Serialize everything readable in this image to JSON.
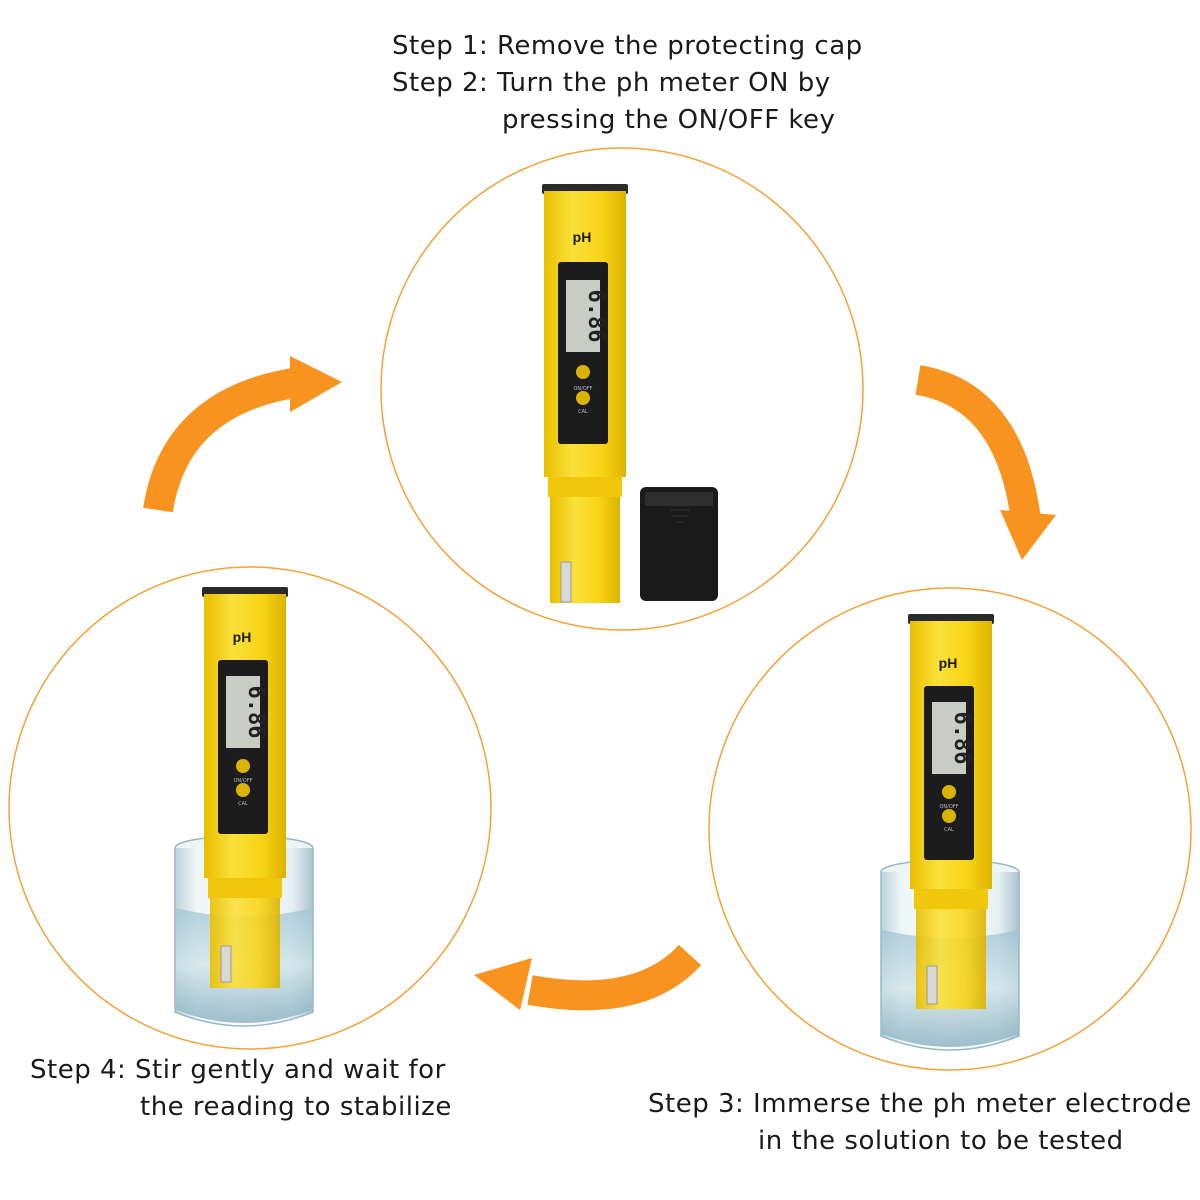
{
  "steps": {
    "step1": {
      "prefix": "Step 1:",
      "text": "Remove the protecting cap"
    },
    "step2": {
      "prefix": "Step 2:",
      "line1": "Turn the ph meter ON by",
      "line2": "pressing the ON/OFF key"
    },
    "step3": {
      "prefix": "Step 3:",
      "line1": "Immerse the ph meter electrode",
      "line2": "in the solution to be tested"
    },
    "step4": {
      "prefix": "Step 4:",
      "line1": "Stir gently and wait for",
      "line2": "the reading to stabilize"
    }
  },
  "meter": {
    "label": "pH",
    "display": "6.86",
    "onoff_label": "ON/OFF",
    "cal_label": "CAL"
  },
  "colors": {
    "accent_orange": "#f7931e",
    "circle_outline": "#f2a23a",
    "meter_yellow": "#f7d417",
    "meter_body_shadow": "#e0b800",
    "lcd": "#c9cbc5",
    "cap": "#1a1a1a"
  },
  "icons": {
    "cycle_arrow": "curved-arrow-icon",
    "device": "ph-meter-icon",
    "cap": "protective-cap-icon",
    "beaker": "water-glass-icon"
  }
}
